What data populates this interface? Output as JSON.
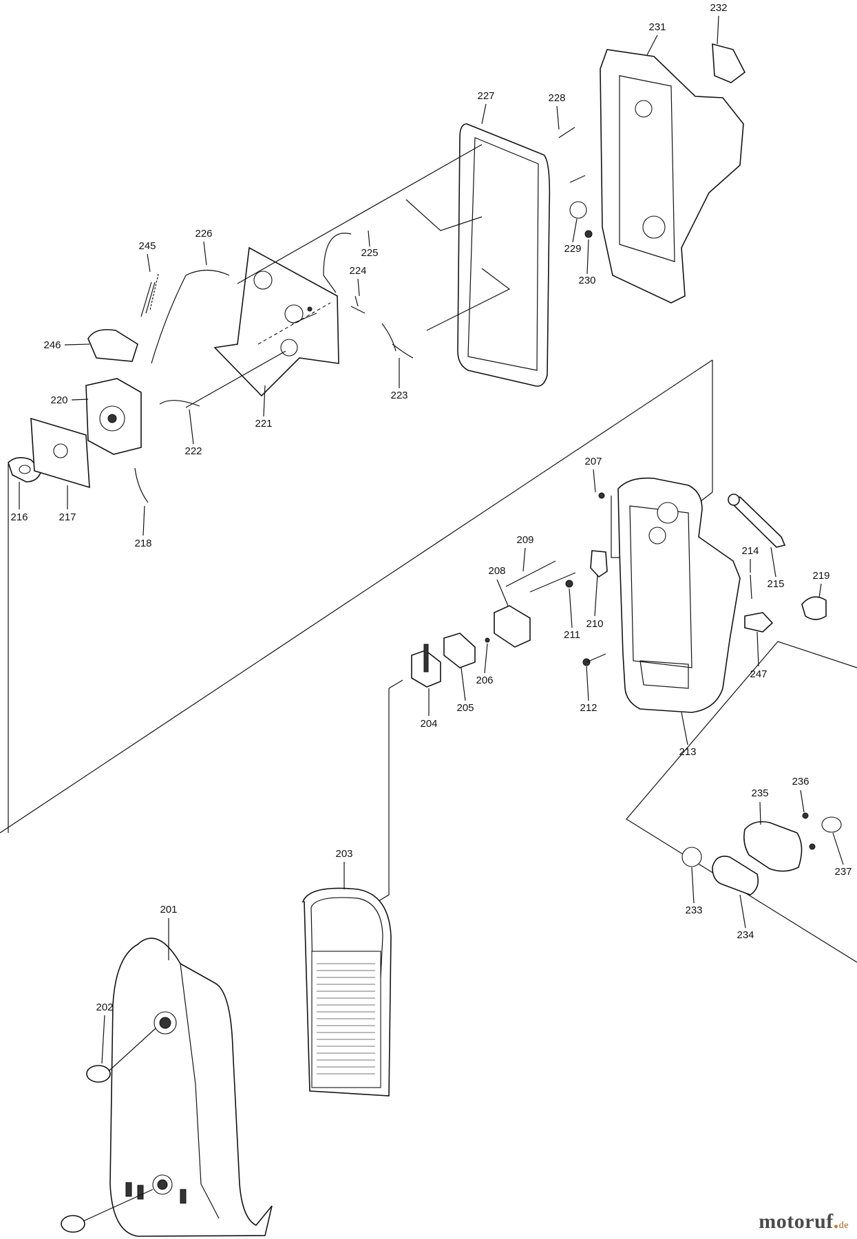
{
  "parts": [
    {
      "id": "p201",
      "label": "201"
    },
    {
      "id": "p202",
      "label": "202"
    },
    {
      "id": "p203",
      "label": "203"
    },
    {
      "id": "p204",
      "label": "204"
    },
    {
      "id": "p205",
      "label": "205"
    },
    {
      "id": "p206",
      "label": "206"
    },
    {
      "id": "p207",
      "label": "207"
    },
    {
      "id": "p208",
      "label": "208"
    },
    {
      "id": "p209",
      "label": "209"
    },
    {
      "id": "p210",
      "label": "210"
    },
    {
      "id": "p211",
      "label": "211"
    },
    {
      "id": "p212",
      "label": "212"
    },
    {
      "id": "p213",
      "label": "213"
    },
    {
      "id": "p214",
      "label": "214"
    },
    {
      "id": "p215",
      "label": "215"
    },
    {
      "id": "p216",
      "label": "216"
    },
    {
      "id": "p217",
      "label": "217"
    },
    {
      "id": "p218",
      "label": "218"
    },
    {
      "id": "p219",
      "label": "219"
    },
    {
      "id": "p220",
      "label": "220"
    },
    {
      "id": "p221",
      "label": "221"
    },
    {
      "id": "p222",
      "label": "222"
    },
    {
      "id": "p223",
      "label": "223"
    },
    {
      "id": "p224",
      "label": "224"
    },
    {
      "id": "p225",
      "label": "225"
    },
    {
      "id": "p226",
      "label": "226"
    },
    {
      "id": "p227",
      "label": "227"
    },
    {
      "id": "p228",
      "label": "228"
    },
    {
      "id": "p229",
      "label": "229"
    },
    {
      "id": "p230",
      "label": "230"
    },
    {
      "id": "p231",
      "label": "231"
    },
    {
      "id": "p232",
      "label": "232"
    },
    {
      "id": "p233",
      "label": "233"
    },
    {
      "id": "p234",
      "label": "234"
    },
    {
      "id": "p235",
      "label": "235"
    },
    {
      "id": "p236",
      "label": "236"
    },
    {
      "id": "p237",
      "label": "237"
    },
    {
      "id": "p245",
      "label": "245"
    },
    {
      "id": "p246",
      "label": "246"
    },
    {
      "id": "p247",
      "label": "247"
    }
  ],
  "watermark": {
    "name": "motoruf",
    "dot": ".",
    "tld": "de"
  }
}
